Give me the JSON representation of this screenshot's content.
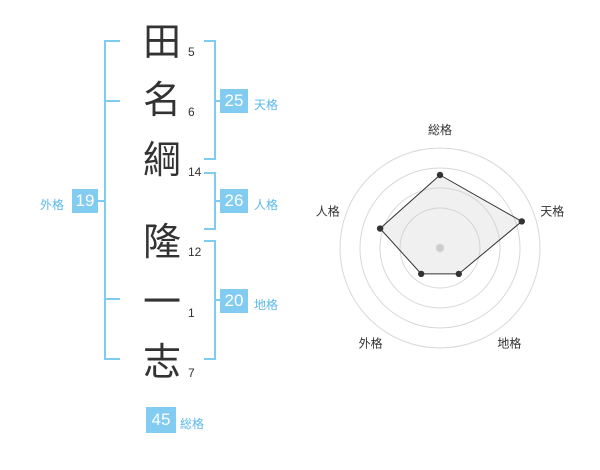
{
  "name_chars": [
    {
      "char": "田",
      "strokes": "5"
    },
    {
      "char": "名",
      "strokes": "6"
    },
    {
      "char": "綱",
      "strokes": "14"
    },
    {
      "char": "隆",
      "strokes": "12"
    },
    {
      "char": "一",
      "strokes": "1"
    },
    {
      "char": "志",
      "strokes": "7"
    }
  ],
  "scores": {
    "tenkaku": {
      "label": "天格",
      "value": "25"
    },
    "jinkaku": {
      "label": "人格",
      "value": "26"
    },
    "chikaku": {
      "label": "地格",
      "value": "20"
    },
    "gaikaku": {
      "label": "外格",
      "value": "19"
    },
    "soukaku": {
      "label": "総格",
      "value": "45"
    }
  },
  "radar": {
    "axes": [
      "総格",
      "天格",
      "地格",
      "外格",
      "人格"
    ],
    "values": [
      0.73,
      0.86,
      0.32,
      0.32,
      0.63
    ],
    "rings": 4
  },
  "colors": {
    "accent": "#82ccf2",
    "bracket": "#7fcbf2",
    "label": "#5ab9ea"
  }
}
